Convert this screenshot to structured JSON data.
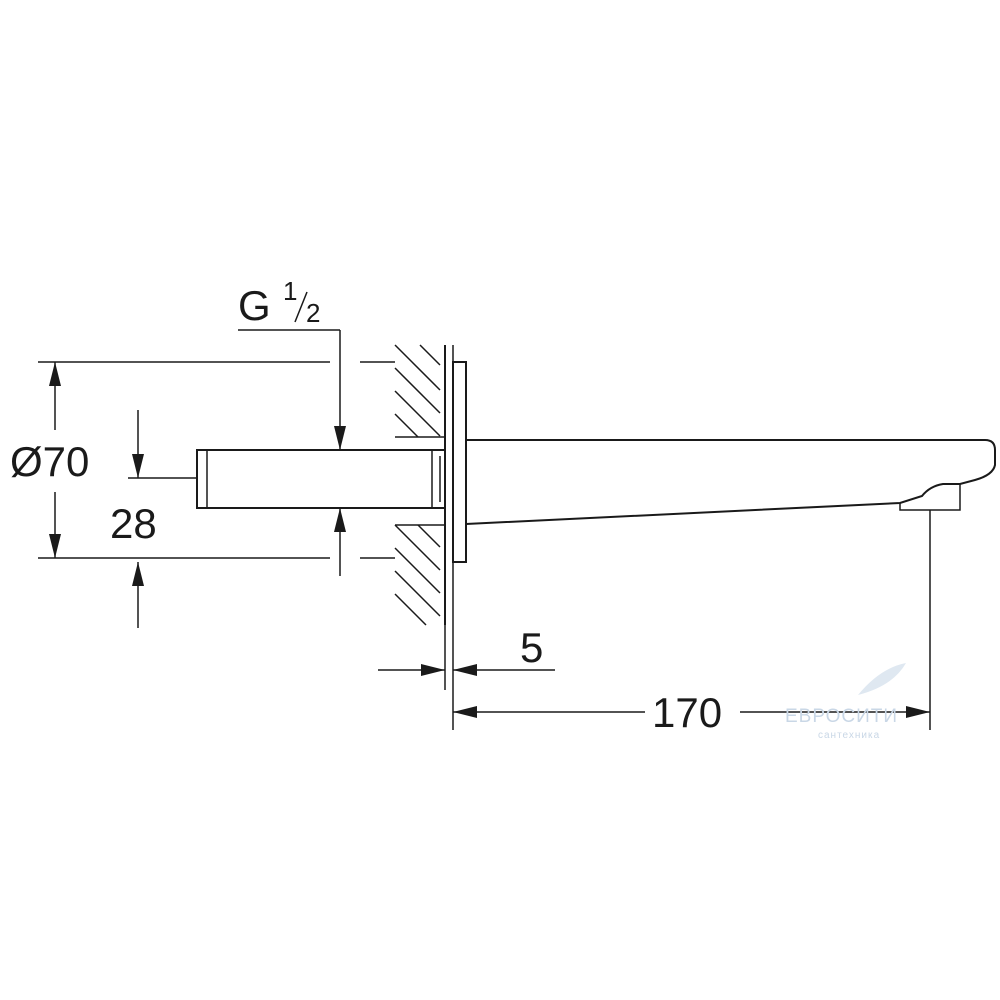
{
  "dimensions": {
    "thread": {
      "base": "G",
      "fraction_num": "1",
      "fraction_den": "2"
    },
    "flange_diameter": "Ø70",
    "pipe_offset": "28",
    "wall_gap": "5",
    "spout_length": "170"
  },
  "watermark": {
    "brand": "ЕВРОСИТИ",
    "tagline": "сантехника"
  },
  "colors": {
    "line": "#1a1a1a",
    "watermark": "#c9d7e6"
  }
}
